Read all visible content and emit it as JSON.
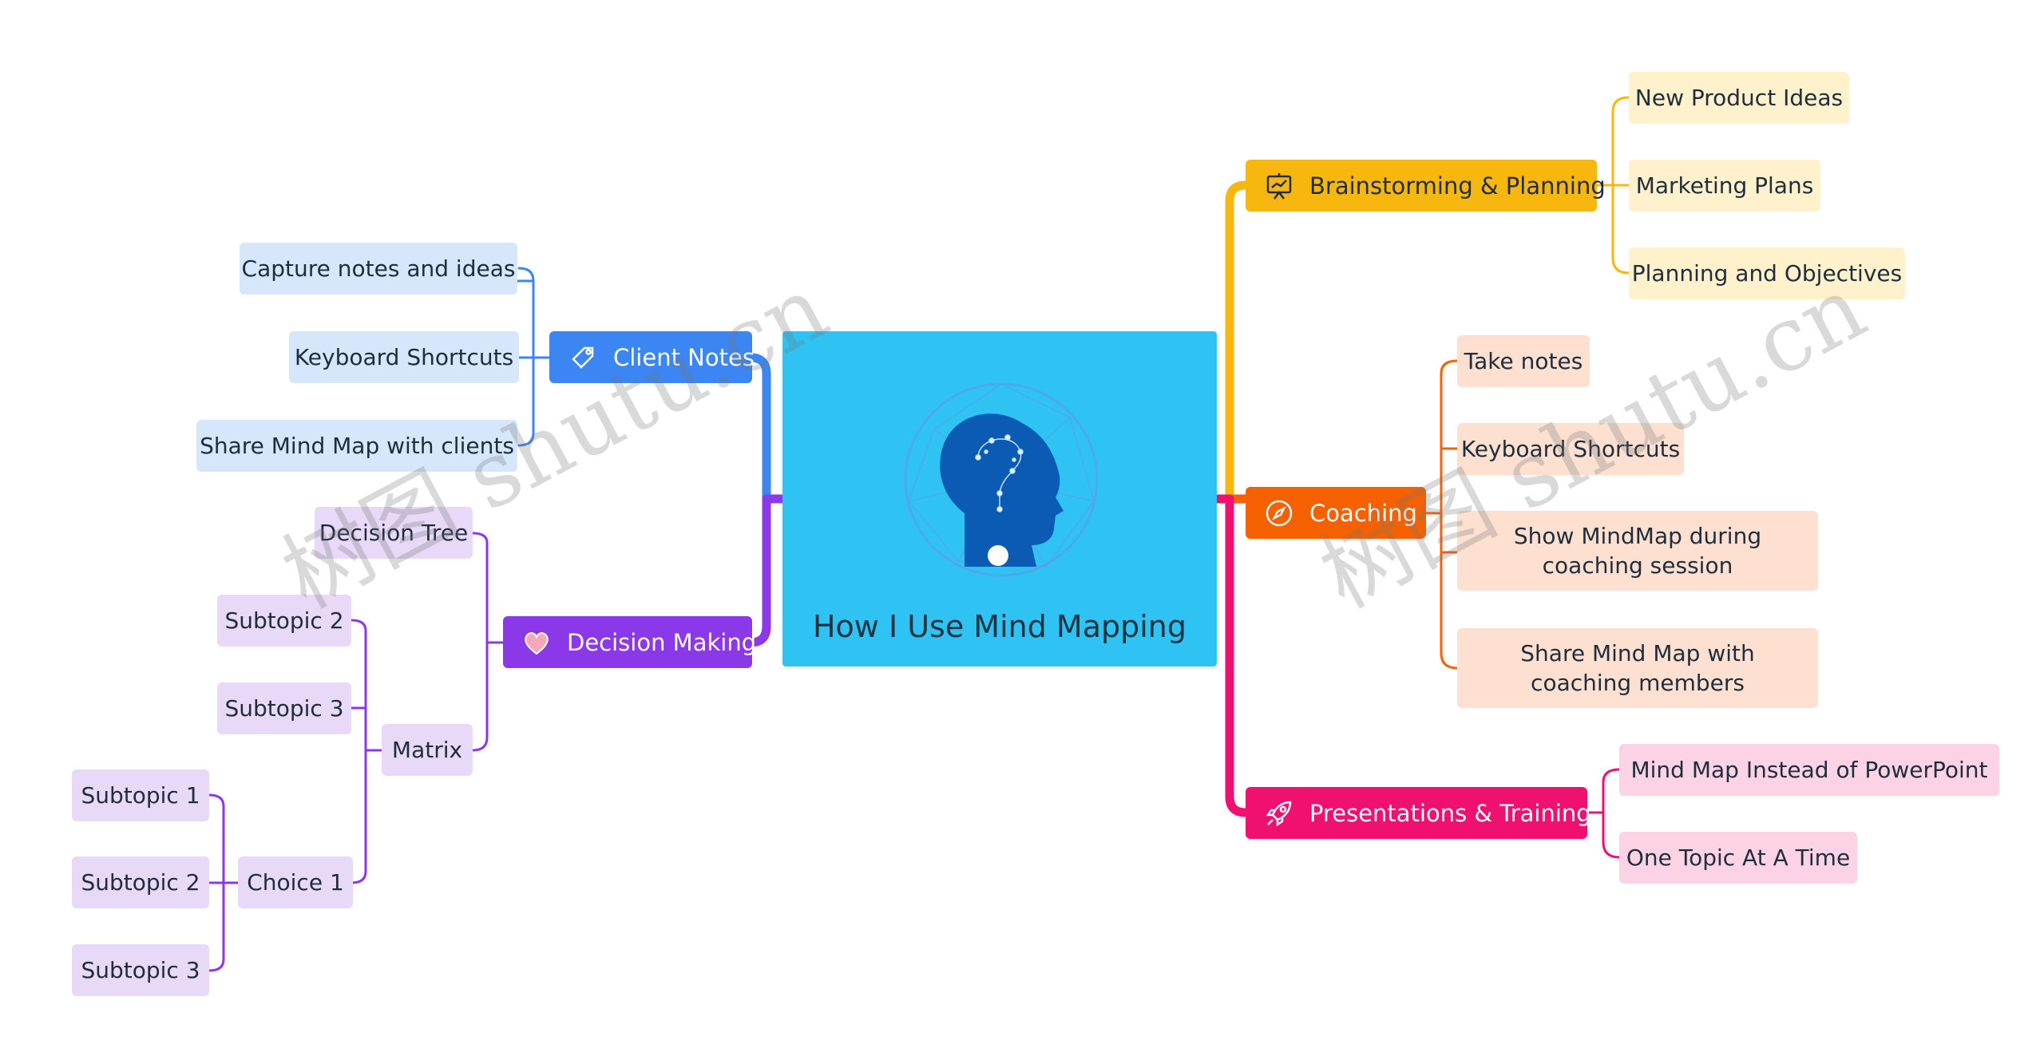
{
  "colors": {
    "center": "#2ec3f3",
    "client": "#3c86f3",
    "client_sub": "#d6e6fb",
    "client_line": "#3c86f3",
    "decision": "#8a38e8",
    "decision_sub": "#e7d9f7",
    "decision_line": "#8a38e8",
    "brain": "#f8b70f",
    "brain_sub": "#fff1cc",
    "brain_line": "#f8b70f",
    "coach": "#f56100",
    "coach_sub": "#fde0d0",
    "coach_line": "#f56100",
    "pres": "#f0106f",
    "pres_sub": "#fcd3e4",
    "pres_line": "#f0106f"
  },
  "center": {
    "title": "How I Use Mind Mapping",
    "icon": "thinking-head-question-icon"
  },
  "branches": {
    "client_notes": {
      "label": "Client Notes",
      "icon": "tag-icon",
      "children": [
        "Capture notes and ideas",
        "Keyboard Shortcuts",
        "Share Mind Map with clients"
      ]
    },
    "decision_making": {
      "label": "Decision Making",
      "icon": "heart-icon",
      "decision_tree": "Decision Tree",
      "matrix": {
        "label": "Matrix",
        "subtopics": [
          "Subtopic 2",
          "Subtopic 3"
        ],
        "choice": {
          "label": "Choice 1",
          "subtopics": [
            "Subtopic 1",
            "Subtopic 2",
            "Subtopic 3"
          ]
        }
      }
    },
    "brainstorming": {
      "label": "Brainstorming & Planning",
      "icon": "presentation-board-icon",
      "children": [
        "New Product Ideas",
        "Marketing Plans",
        "Planning and Objectives"
      ]
    },
    "coaching": {
      "label": "Coaching",
      "icon": "compass-icon",
      "children": [
        "Take notes",
        "Keyboard Shortcuts",
        "Show MindMap during coaching session",
        "Share Mind Map with coaching members"
      ]
    },
    "presentations": {
      "label": "Presentations & Training",
      "icon": "rocket-icon",
      "children": [
        "Mind Map Instead of PowerPoint",
        "One Topic At A Time"
      ]
    }
  },
  "watermarks": [
    "树图 shutu.cn",
    "树图 shutu.cn"
  ]
}
